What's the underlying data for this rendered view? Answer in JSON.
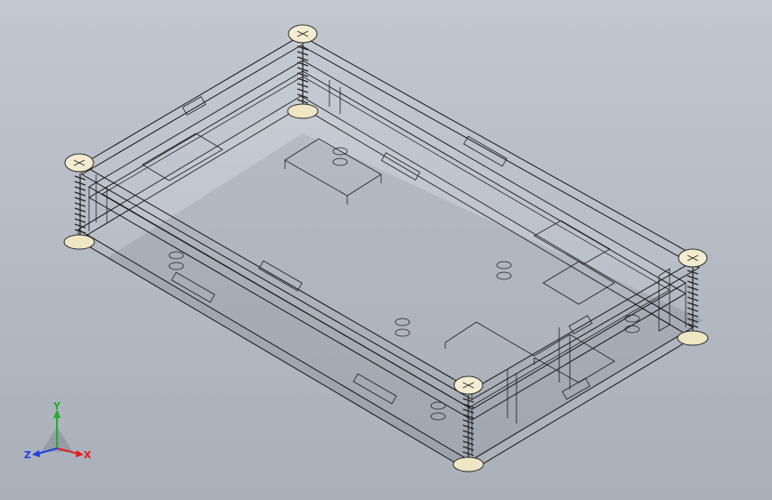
{
  "viewport": {
    "background_top": "#c2c8d0",
    "background_bottom": "#a9b0ba",
    "model": "enclosure-assembly"
  },
  "triad": {
    "x_label": "X",
    "y_label": "Y",
    "z_label": "Z",
    "x_color": "#e02020",
    "y_color": "#20b020",
    "z_color": "#2040e0"
  },
  "screws": [
    {
      "name": "screw-back-left"
    },
    {
      "name": "screw-back-right"
    },
    {
      "name": "screw-front-left"
    },
    {
      "name": "screw-front-right"
    }
  ]
}
